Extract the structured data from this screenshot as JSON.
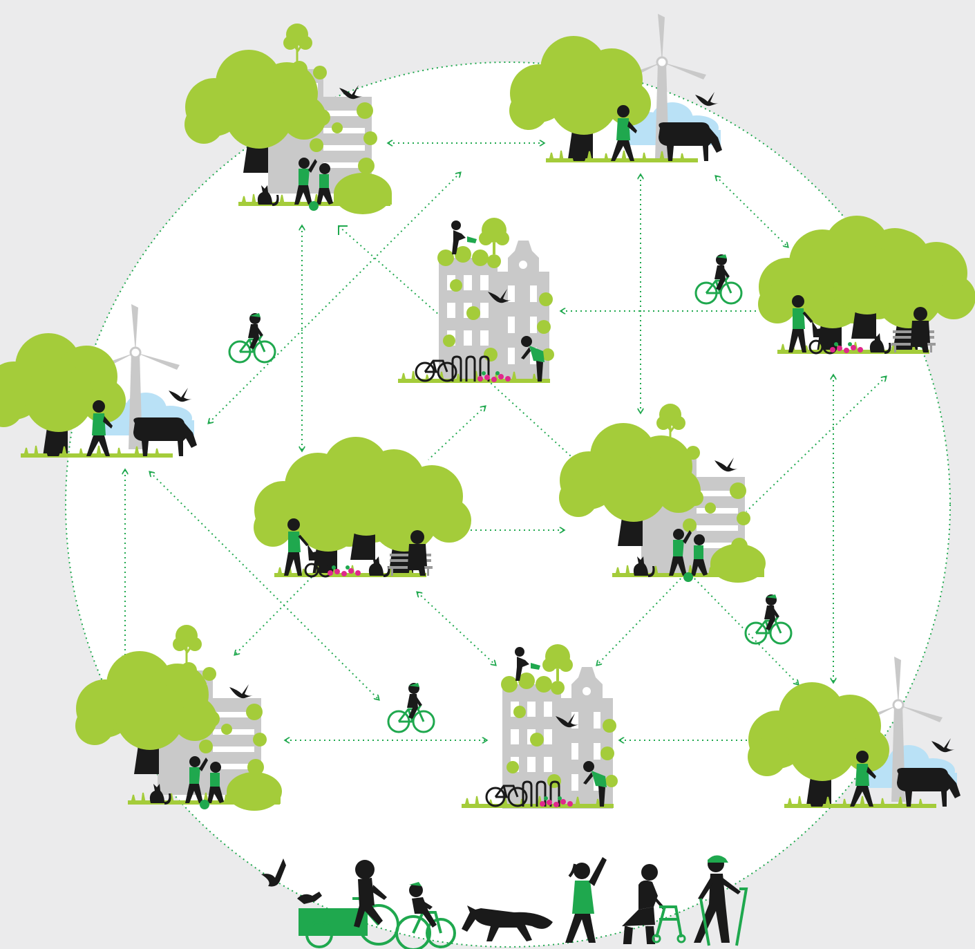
{
  "colors": {
    "background": "#ebebec",
    "circle_fill": "#ffffff",
    "connector": "#1fa84e",
    "foliage": "#a4cc3a",
    "accent_green": "#1fa84e",
    "building": "#c9c9c9",
    "sky": "#b9e1f6",
    "silhouette": "#1a1a1a",
    "flowers": "#e0288b"
  },
  "icons": {
    "nodes": [
      "apartment-park-node",
      "farm-windmill-node",
      "rowhouse-garden-node",
      "park-bench-node",
      "apartment-park-node",
      "farm-windmill-node",
      "park-bench-node",
      "apartment-park-node",
      "rowhouse-garden-node",
      "farm-windmill-node"
    ],
    "travellers": [
      "cyclist-icon",
      "cyclist-icon",
      "cyclist-icon",
      "cyclist-icon"
    ],
    "bottom_strip": [
      "bird-icon",
      "cargo-bike-icon",
      "child-bike-icon",
      "fox-icon",
      "waving-woman-icon",
      "elderly-walker-icon",
      "hiker-icon"
    ]
  }
}
